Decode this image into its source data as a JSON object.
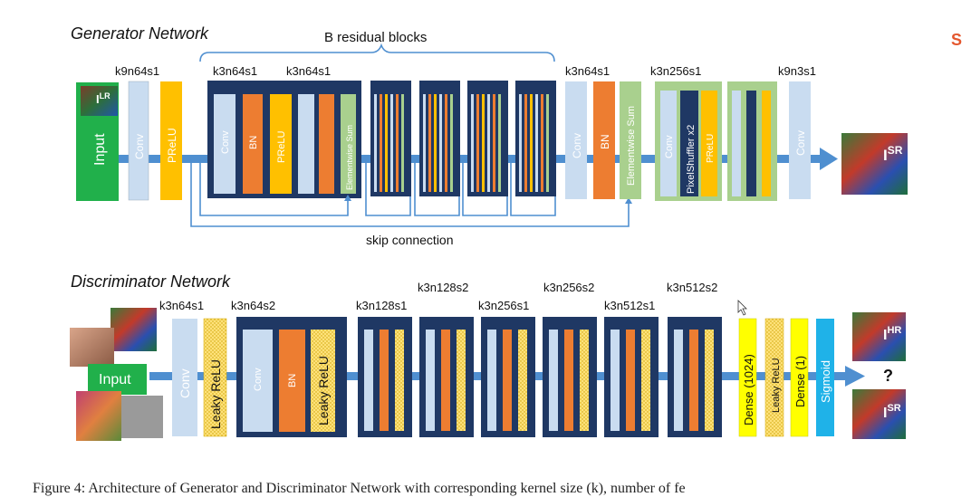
{
  "generator": {
    "title": "Generator Network",
    "residual_label": "B residual blocks",
    "skip_label": "skip connection",
    "input_label": "Input",
    "input_image_label": "I",
    "input_image_sup": "LR",
    "output_image_label": "I",
    "output_image_sup": "SR",
    "labels": {
      "k9n64s1_a": "k9n64s1",
      "k3n64s1_a": "k3n64s1",
      "k3n64s1_b": "k3n64s1",
      "k3n64s1_c": "k3n64s1",
      "k3n256s1": "k3n256s1",
      "k9n3s1": "k9n3s1"
    },
    "blocks": {
      "conv": "Conv",
      "prelu": "PReLU",
      "bn": "BN",
      "elementwise_sum": "Elementwise Sum",
      "pixelshuffler": "PixelShuffler x2"
    }
  },
  "discriminator": {
    "title": "Discriminator Network",
    "input_label": "Input",
    "hr_label": "I",
    "hr_sup": "HR",
    "sr_label": "I",
    "sr_sup": "SR",
    "question": "?",
    "labels": {
      "k3n64s1": "k3n64s1",
      "k3n64s2": "k3n64s2",
      "k3n128s1": "k3n128s1",
      "k3n128s2": "k3n128s2",
      "k3n256s1": "k3n256s1",
      "k3n256s2": "k3n256s2",
      "k3n512s1": "k3n512s1",
      "k3n512s2": "k3n512s2"
    },
    "blocks": {
      "conv": "Conv",
      "leaky_relu": "Leaky ReLU",
      "bn": "BN",
      "dense_1024": "Dense (1024)",
      "dense_1": "Dense (1)",
      "sigmoid": "Sigmoid"
    }
  },
  "caption": "Figure 4: Architecture of Generator and Discriminator Network with corresponding kernel size (k), number of fe",
  "colors": {
    "flow": "#4f8fd0",
    "conv": "#c9dcf0",
    "prelu": "#ffc000",
    "bn": "#ed7d31",
    "sum": "#a9d08e",
    "dark": "#1f3864",
    "input": "#21b04b",
    "dense": "#ffff00",
    "sigmoid": "#1fb2e8"
  }
}
